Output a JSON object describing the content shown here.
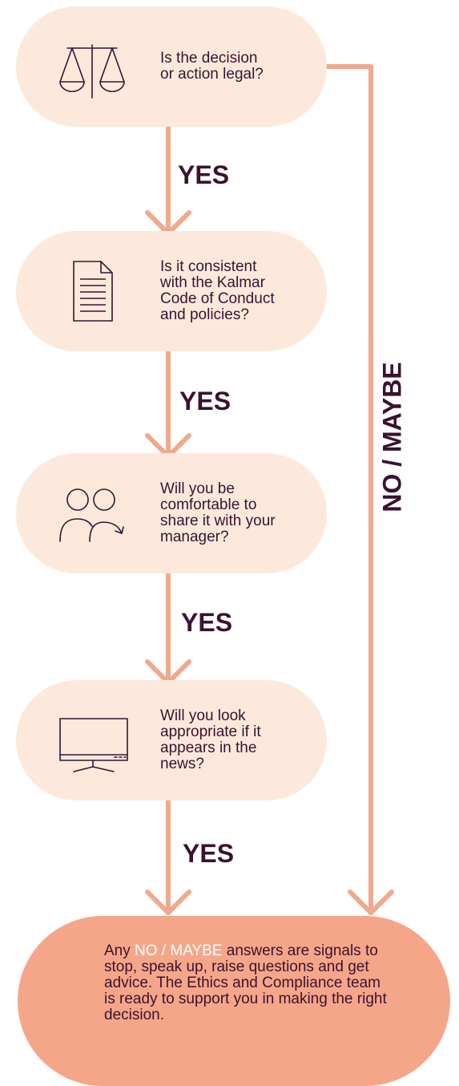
{
  "colors": {
    "step_fill": "#fde9db",
    "outcome_fill": "#f5a689",
    "connector": "#f0a98d",
    "text": "#3a1230",
    "highlight": "#ffffff"
  },
  "steps": [
    {
      "icon": "scales-icon",
      "question": "Is the decision\nor action legal?"
    },
    {
      "icon": "document-icon",
      "question": "Is it consistent\nwith the Kalmar\nCode of Conduct\nand policies?"
    },
    {
      "icon": "people-icon",
      "question": "Will you be\ncomfortable to\nshare it with your\nmanager?"
    },
    {
      "icon": "monitor-icon",
      "question": "Will you look\nappropriate if it\nappears in the\nnews?"
    }
  ],
  "yes_labels": [
    "YES",
    "YES",
    "YES",
    "YES"
  ],
  "no_maybe_label": "NO / MAYBE",
  "outcome": {
    "before": "Any ",
    "highlight": "NO / MAYBE",
    "after": " answers are signals to stop, speak up, raise questions and get advice. The Ethics and Compliance team is ready to support you in making the right decision."
  }
}
